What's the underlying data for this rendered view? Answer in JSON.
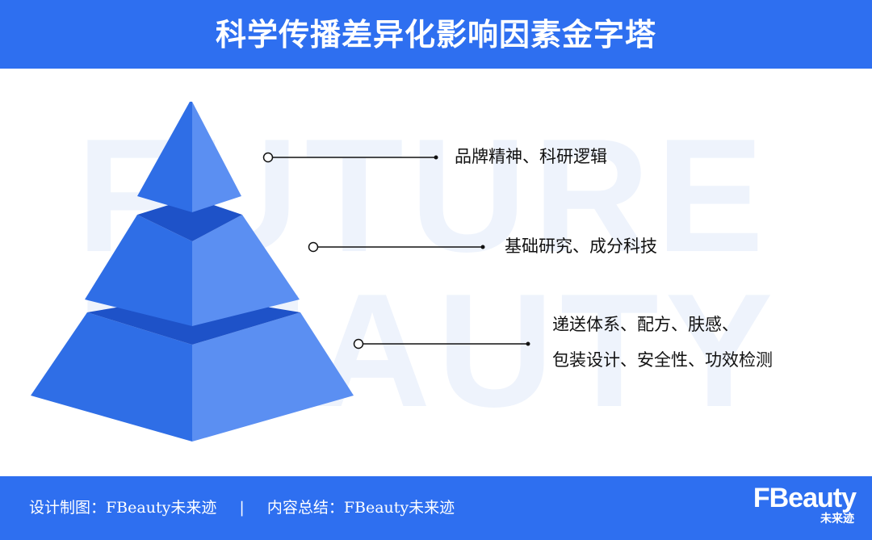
{
  "header": {
    "title": "科学传播差异化影响因素金字塔"
  },
  "watermark": {
    "line1": "FUTURE",
    "line2": "BEAUTY"
  },
  "pyramid": {
    "tiers": [
      {
        "label_lines": [
          "品牌精神、科研逻辑"
        ]
      },
      {
        "label_lines": [
          "基础研究、成分科技"
        ]
      },
      {
        "label_lines": [
          "递送体系、配方、肤感、",
          "包装设计、安全性、功效检测"
        ]
      }
    ]
  },
  "footer": {
    "design_credit": "设计制图：FBeauty未来迹",
    "separator": "|",
    "content_credit": "内容总结：FBeauty未来迹"
  },
  "logo": {
    "wordmark": "FBeauty",
    "subtitle": "未来迹"
  },
  "colors": {
    "brand_blue": "#2e6ff0",
    "pyramid_left": "#2f6ee6",
    "pyramid_right": "#5b8ff2",
    "pyramid_band": "#1e52c8",
    "watermark": "#eef3fc"
  }
}
